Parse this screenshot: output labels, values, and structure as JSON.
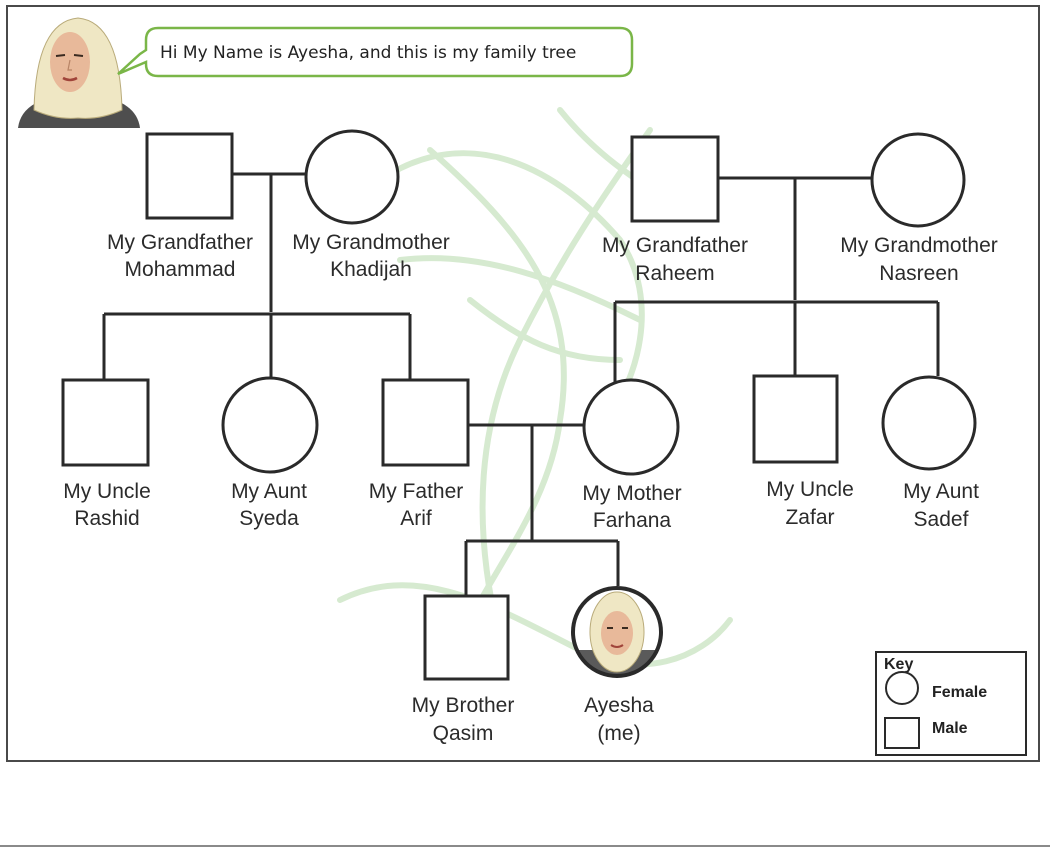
{
  "speech_bubble": {
    "text": "Hi My Name is Ayesha, and this is my family tree"
  },
  "members": {
    "grandfather_mohammad": {
      "line1": "My Grandfather",
      "line2": "Mohammad",
      "sex": "male"
    },
    "grandmother_khadijah": {
      "line1": "My Grandmother",
      "line2": "Khadijah",
      "sex": "female"
    },
    "grandfather_raheem": {
      "line1": "My Grandfather",
      "line2": "Raheem",
      "sex": "male"
    },
    "grandmother_nasreen": {
      "line1": "My Grandmother",
      "line2": "Nasreen",
      "sex": "female"
    },
    "uncle_rashid": {
      "line1": "My Uncle",
      "line2": "Rashid",
      "sex": "male"
    },
    "aunt_syeda": {
      "line1": "My Aunt",
      "line2": "Syeda",
      "sex": "female"
    },
    "father_arif": {
      "line1": "My Father",
      "line2": "Arif",
      "sex": "male"
    },
    "mother_farhana": {
      "line1": "My Mother",
      "line2": "Farhana",
      "sex": "female"
    },
    "uncle_zafar": {
      "line1": "My Uncle",
      "line2": "Zafar",
      "sex": "male"
    },
    "aunt_sadef": {
      "line1": "My Aunt",
      "line2": "Sadef",
      "sex": "female"
    },
    "brother_qasim": {
      "line1": "My Brother",
      "line2": "Qasim",
      "sex": "male"
    },
    "ayesha": {
      "line1": "Ayesha",
      "line2": "(me)",
      "sex": "female"
    }
  },
  "key": {
    "title": "Key",
    "female_label": "Female",
    "male_label": "Male"
  },
  "colors": {
    "line": "#2a2a2a",
    "bubble_border": "#7ab648",
    "watermark": "#cfe6c2",
    "skin": "#e8b99a",
    "hijab": "#efe7c4",
    "clothing": "#5a5a5a"
  }
}
